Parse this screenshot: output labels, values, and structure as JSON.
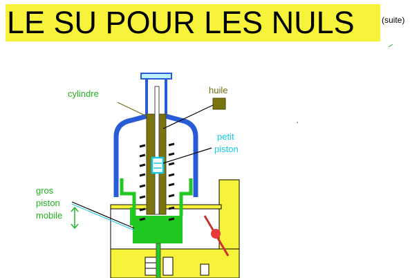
{
  "title": "LE SU POUR LES NULS",
  "subtitle": "(suite)",
  "labels": {
    "cylindre": "cylindre",
    "huile": "huile",
    "petit_line1": "petit",
    "petit_line2": "piston",
    "gros_line1": "gros",
    "gros_line2": "piston",
    "gros_line3": "mobile"
  },
  "colors": {
    "title_band": "#f6f33a",
    "dashpot_cover": "#2a5bd7",
    "piston_green": "#22c822",
    "oil_olive": "#7a7410",
    "petit_piston": "#14c8e8",
    "carb_body": "#f6f33a",
    "throttle_red": "#e83a3a",
    "label_green": "#1db31d",
    "label_cyan": "#14c8e8",
    "label_olive": "#6e6a10"
  }
}
